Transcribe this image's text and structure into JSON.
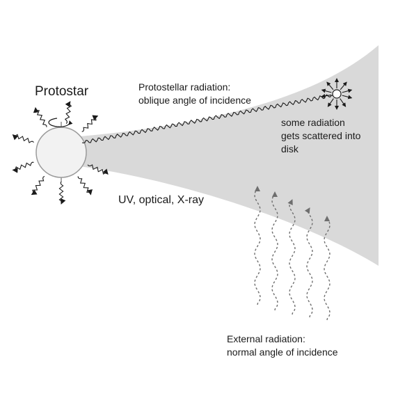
{
  "labels": {
    "protostar": "Protostar",
    "protostellar_radiation": [
      "Protostellar radiation:",
      "oblique angle of incidence"
    ],
    "scattered": [
      "some radiation",
      "gets scattered into",
      "disk"
    ],
    "uv_optical_xray": "UV, optical, X-ray",
    "external_radiation": [
      "External radiation:",
      "normal angle of incidence"
    ]
  },
  "colors": {
    "disk": "#d9d9d9",
    "star_fill": "#f2f2f2",
    "star_stroke": "#9a9a9a",
    "ray": "#1a1a1a",
    "external_ray": "#6e6e6e"
  },
  "icons": {
    "star_rotation": "rotation-arrow-icon",
    "scatter_point": "scatter-burst-icon"
  }
}
